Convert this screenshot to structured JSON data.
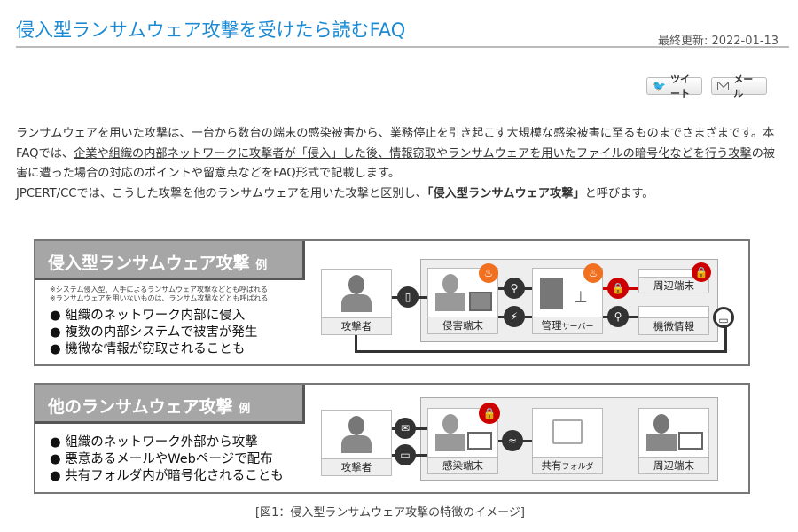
{
  "page": {
    "title": "侵入型ランサムウェア攻撃を受けたら読むFAQ",
    "updated": "最終更新: 2022-01-13"
  },
  "share": {
    "tweet": "ツイート",
    "mail": "メール"
  },
  "intro": {
    "p1": "ランサムウェアを用いた攻撃は、一台から数台の端末の感染被害から、業務停止を引き起こす大規模な感染被害に至るものまでさまざまです。本FAQでは、",
    "link": "企業や組織の内部ネットワークに攻撃者が「侵入」した後、情報窃取やランサムウェアを用いたファイルの暗号化などを行う攻撃",
    "p2": "の被害に遭った場合の対応のポイントや留意点などをFAQ形式で記載します。",
    "p3": "JPCERT/CCでは、こうした攻撃を他のランサムウェアを用いた攻撃と区別し、",
    "bold": "「侵入型ランサムウェア攻撃」",
    "p4": "と呼びます。"
  },
  "figure1": {
    "heading": "侵入型ランサムウェア攻撃",
    "heading_suffix": "例",
    "notes": [
      "※システム侵入型、人手によるランサムウェア攻撃などとも呼ばれる",
      "※ランサムウェアを用いないものは、ランサム攻撃などとも呼ばれる"
    ],
    "bullets": [
      "● 組織のネットワーク内部に侵入",
      "● 複数の内部システムで被害が発生",
      "● 機微な情報が窃取されることも"
    ],
    "nodes": {
      "attacker": "攻撃者",
      "victim": "侵害端末",
      "server": "管理",
      "server_small": "サーバー",
      "peripheral": "周辺端末",
      "sensitive": "機微情報"
    }
  },
  "figure2": {
    "heading": "他のランサムウェア攻撃",
    "heading_suffix": "例",
    "bullets": [
      "● 組織のネットワーク外部から攻撃",
      "● 悪意あるメールやWebページで配布",
      "● 共有フォルダ内が暗号化されることも"
    ],
    "nodes": {
      "attacker": "攻撃者",
      "infected": "感染端末",
      "shared": "共有",
      "shared_small": "フォルダ",
      "peripheral": "周辺端末"
    }
  },
  "caption": "[図1：侵入型ランサムウェア攻撃の特徴のイメージ]"
}
